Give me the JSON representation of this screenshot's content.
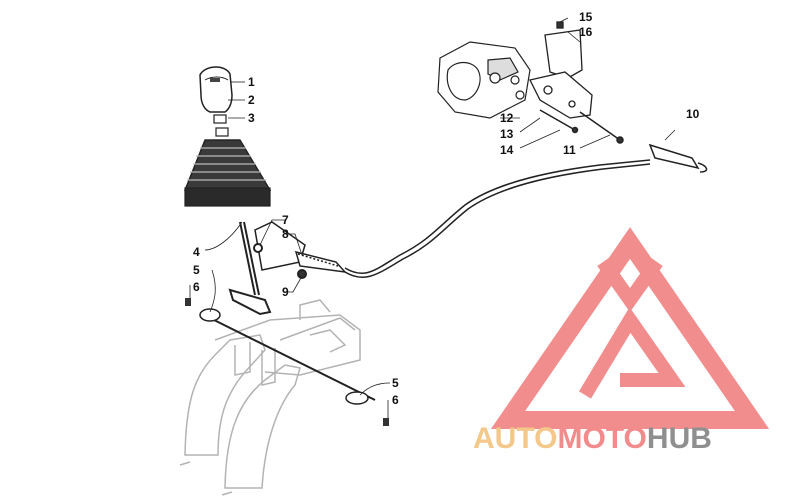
{
  "callouts": [
    "1",
    "2",
    "3",
    "4",
    "5",
    "6",
    "7",
    "8",
    "9",
    "10",
    "11",
    "12",
    "13",
    "14",
    "15",
    "16",
    "5",
    "6"
  ],
  "watermark": {
    "part1": "AUTO",
    "part2": "MOTO",
    "part3": "HUB",
    "color1": "#f4c88a",
    "color2": "#f28b8b",
    "color3": "#8f8f8f",
    "logo_color": "#f07a7a"
  }
}
